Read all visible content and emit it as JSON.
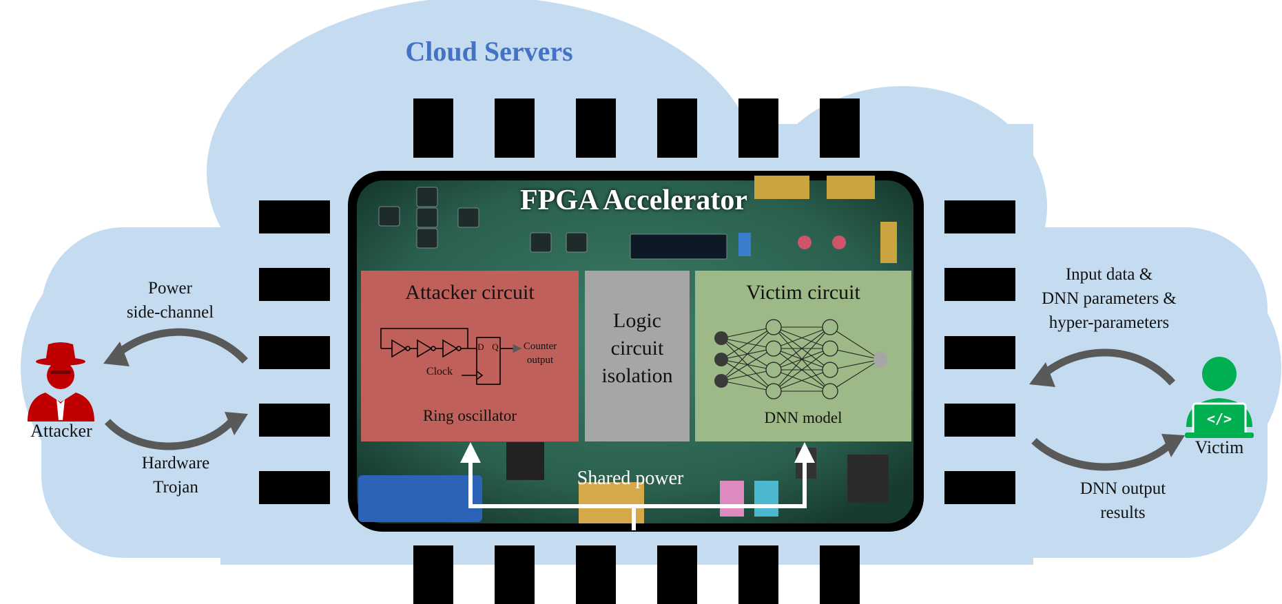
{
  "title": "Cloud Servers",
  "fpga": {
    "title": "FPGA Accelerator",
    "attacker_circuit": {
      "title": "Attacker circuit",
      "sub": "Ring oscillator",
      "d_label": "D",
      "q_label": "Q",
      "clock_label": "Clock",
      "counter_line1": "Counter",
      "counter_line2": "output"
    },
    "isolation": {
      "line1": "Logic",
      "line2": "circuit",
      "line3": "isolation"
    },
    "victim_circuit": {
      "title": "Victim circuit",
      "sub": "DNN model"
    },
    "shared_power": "Shared power"
  },
  "attacker": {
    "label": "Attacker",
    "power_line1": "Power",
    "power_line2": "side-channel",
    "trojan_line1": "Hardware",
    "trojan_line2": "Trojan"
  },
  "victim": {
    "label": "Victim",
    "input_line1": "Input data &",
    "input_line2": "DNN parameters &",
    "input_line3": "hyper-parameters",
    "output_line1": "DNN output",
    "output_line2": "results",
    "icon_glyph": "</>"
  },
  "colors": {
    "cloud": "#c5dcf0",
    "title": "#4472c4",
    "attacker_box": "#c0605a",
    "isolation_box": "#a6a6a6",
    "victim_box": "#9cb987",
    "attacker_icon": "#c00000",
    "victim_icon": "#00b050",
    "arrow": "#595959",
    "board": "#2f6b57"
  }
}
